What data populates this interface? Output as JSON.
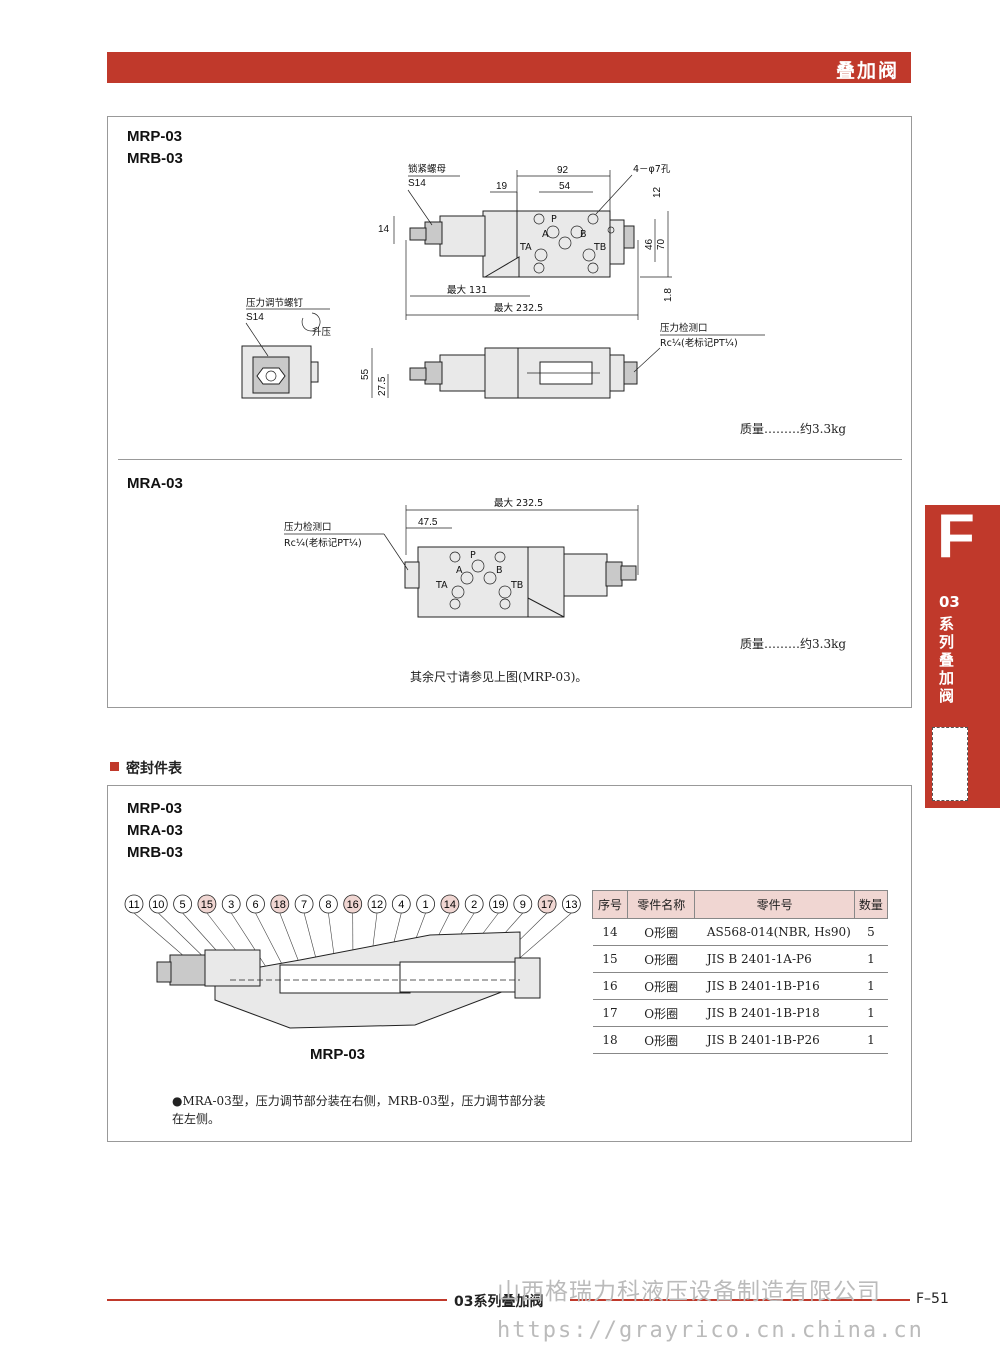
{
  "header": {
    "title": "叠加阀"
  },
  "section1": {
    "model_a": "MRP-03",
    "model_b": "MRB-03",
    "dims": {
      "lock_nut": "锁紧螺母",
      "s14_top": "S14",
      "d19": "19",
      "d92": "92",
      "d54": "54",
      "holes": "4－φ7孔",
      "d12": "12",
      "d14": "14",
      "d46": "46",
      "d70": "70",
      "d1_8": "1.8",
      "max131": "最大 131",
      "max232": "最大 232.5",
      "port_a": "A",
      "port_b": "B",
      "port_p": "P",
      "port_ta": "TA",
      "port_tb": "TB",
      "adj_screw": "压力调节螺钉",
      "s14_side": "S14",
      "raise": "升压",
      "gauge_port": "压力检测口",
      "rc": "Rc¼(老标记PT¼)",
      "d55": "55",
      "d27_5": "27.5"
    },
    "mass": "质量………约3.3kg"
  },
  "section2": {
    "model": "MRA-03",
    "dims": {
      "max232": "最大 232.5",
      "d47_5": "47.5",
      "gauge_port": "压力检测口",
      "rc": "Rc¼(老标记PT¼)"
    },
    "mass": "质量………约3.3kg",
    "note": "其余尺寸请参见上图(MRP-03)。"
  },
  "seals": {
    "heading": "密封件表",
    "models": [
      "MRP-03",
      "MRA-03",
      "MRB-03"
    ],
    "callouts": [
      "11",
      "10",
      "5",
      "15",
      "3",
      "6",
      "18",
      "7",
      "8",
      "16",
      "12",
      "4",
      "1",
      "14",
      "2",
      "19",
      "9",
      "17",
      "13"
    ],
    "highlighted": [
      "15",
      "18",
      "16",
      "14",
      "17"
    ],
    "drawing_caption": "MRP-03",
    "table": {
      "headers": [
        "序号",
        "零件名称",
        "零件号",
        "数量"
      ],
      "rows": [
        [
          "14",
          "O形圈",
          "AS568-014(NBR, Hs90)",
          "5"
        ],
        [
          "15",
          "O形圈",
          "JIS B 2401-1A-P6",
          "1"
        ],
        [
          "16",
          "O形圈",
          "JIS B 2401-1B-P16",
          "1"
        ],
        [
          "17",
          "O形圈",
          "JIS B 2401-1B-P18",
          "1"
        ],
        [
          "18",
          "O形圈",
          "JIS B 2401-1B-P26",
          "1"
        ]
      ]
    },
    "note": "●MRA-03型，压力调节部分装在右侧，MRB-03型，压力调节部分装在左侧。"
  },
  "sidebar": {
    "letter": "F",
    "series": "03",
    "label": "系列叠加阀"
  },
  "footer": {
    "center": "03系列叠加阀",
    "page": "F–51"
  },
  "watermark": {
    "company": "山西格瑞力科液压设备制造有限公司",
    "url": "https://grayrico.cn.china.cn"
  },
  "colors": {
    "accent": "#c0392b",
    "highlight": "#f0d6d2"
  }
}
